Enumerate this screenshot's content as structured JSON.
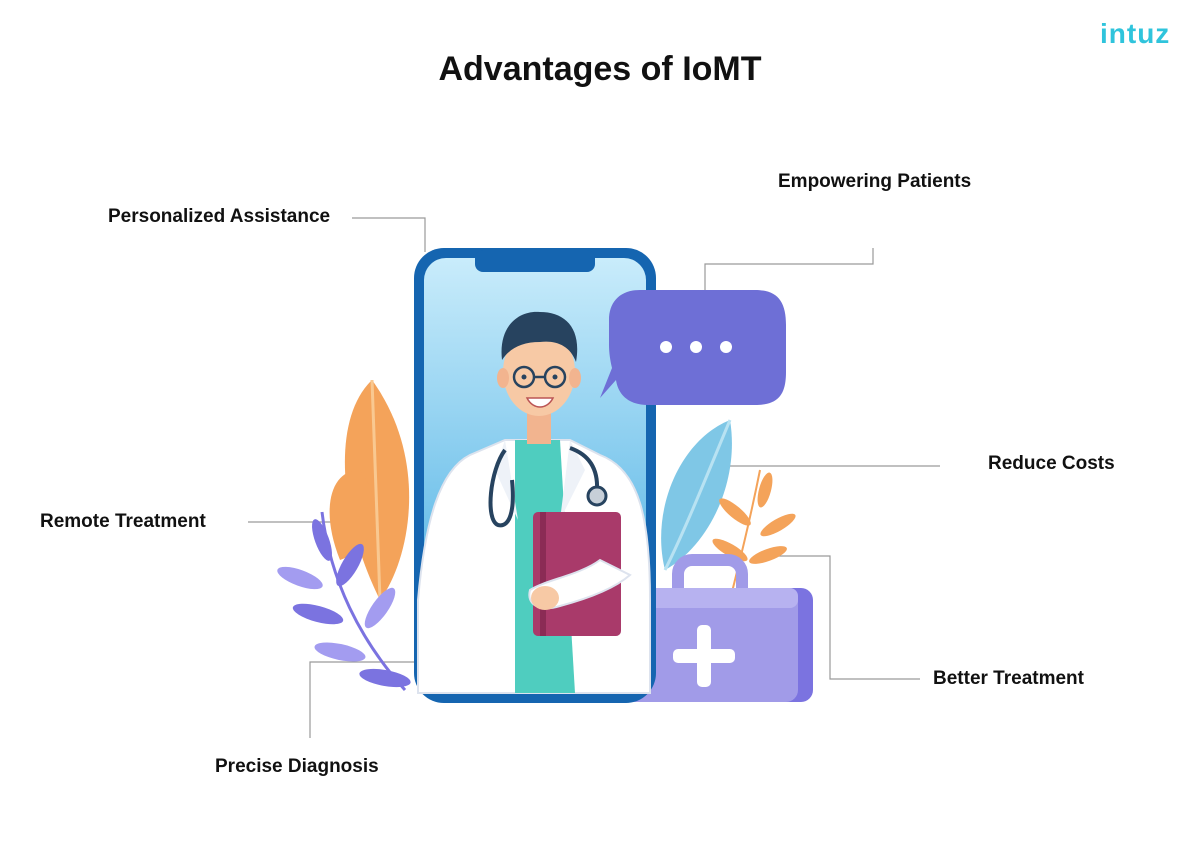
{
  "brand": {
    "logo_text": "intuz",
    "accent": "#2fc4dc"
  },
  "title": "Advantages of IoMT",
  "advantages": [
    {
      "label": "Personalized Assistance"
    },
    {
      "label": "Empowering Patients"
    },
    {
      "label": "Reduce Costs"
    },
    {
      "label": "Remote Treatment"
    },
    {
      "label": "Better Treatment"
    },
    {
      "label": "Precise Diagnosis"
    }
  ],
  "colors": {
    "phone_frame": "#1565b0",
    "speech_bubble": "#6e6fd6",
    "leaf_orange": "#f4a35a",
    "leaf_blue": "#7fc7e6",
    "leaf_purple": "#7b73e0",
    "medical_kit": "#a19be8",
    "clipboard": "#a93a6a",
    "scrubs": "#4fcdbf"
  }
}
